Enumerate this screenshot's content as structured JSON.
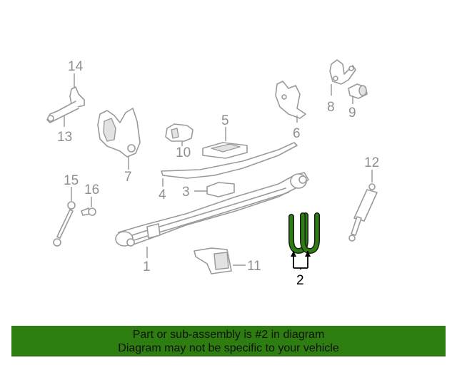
{
  "diagram": {
    "callouts": {
      "c1": "1",
      "c2": "2",
      "c3": "3",
      "c4": "4",
      "c5": "5",
      "c6": "6",
      "c7": "7",
      "c8": "8",
      "c9": "9",
      "c10": "10",
      "c11": "11",
      "c12": "12",
      "c13": "13",
      "c14": "14",
      "c15": "15",
      "c16": "16"
    },
    "highlight_part": "2",
    "highlight_color": "#2e7d10"
  },
  "banner": {
    "line1": "Part or sub-assembly is #2 in diagram",
    "line2": "Diagram may not be specific to your vehicle",
    "background": "#2e7d10"
  }
}
